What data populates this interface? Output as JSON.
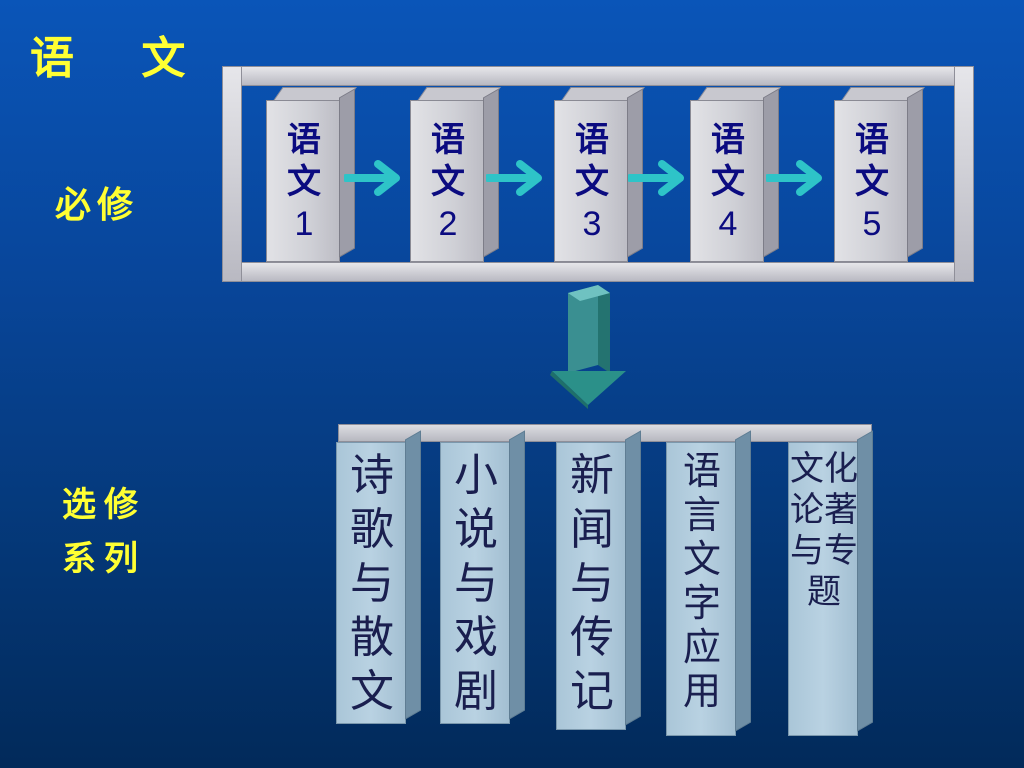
{
  "title": "语 文",
  "required": {
    "label": "必修",
    "books": [
      {
        "line1": "语",
        "line2": "文",
        "num": "1"
      },
      {
        "line1": "语",
        "line2": "文",
        "num": "2"
      },
      {
        "line1": "语",
        "line2": "文",
        "num": "3"
      },
      {
        "line1": "语",
        "line2": "文",
        "num": "4"
      },
      {
        "line1": "语",
        "line2": "文",
        "num": "5"
      }
    ]
  },
  "elective": {
    "label_line1": "选修",
    "label_line2": "系列",
    "items": [
      {
        "text": "诗歌与散文"
      },
      {
        "text": "小说与戏剧"
      },
      {
        "text": "新闻与传记"
      },
      {
        "text": "语言文字应用"
      },
      {
        "text": "文化论著与专题"
      }
    ]
  },
  "colors": {
    "label": "#ffff33",
    "book_text": "#0b0b80",
    "arrow": "#2ec4c8",
    "down_arrow": "#2a8f8c"
  }
}
